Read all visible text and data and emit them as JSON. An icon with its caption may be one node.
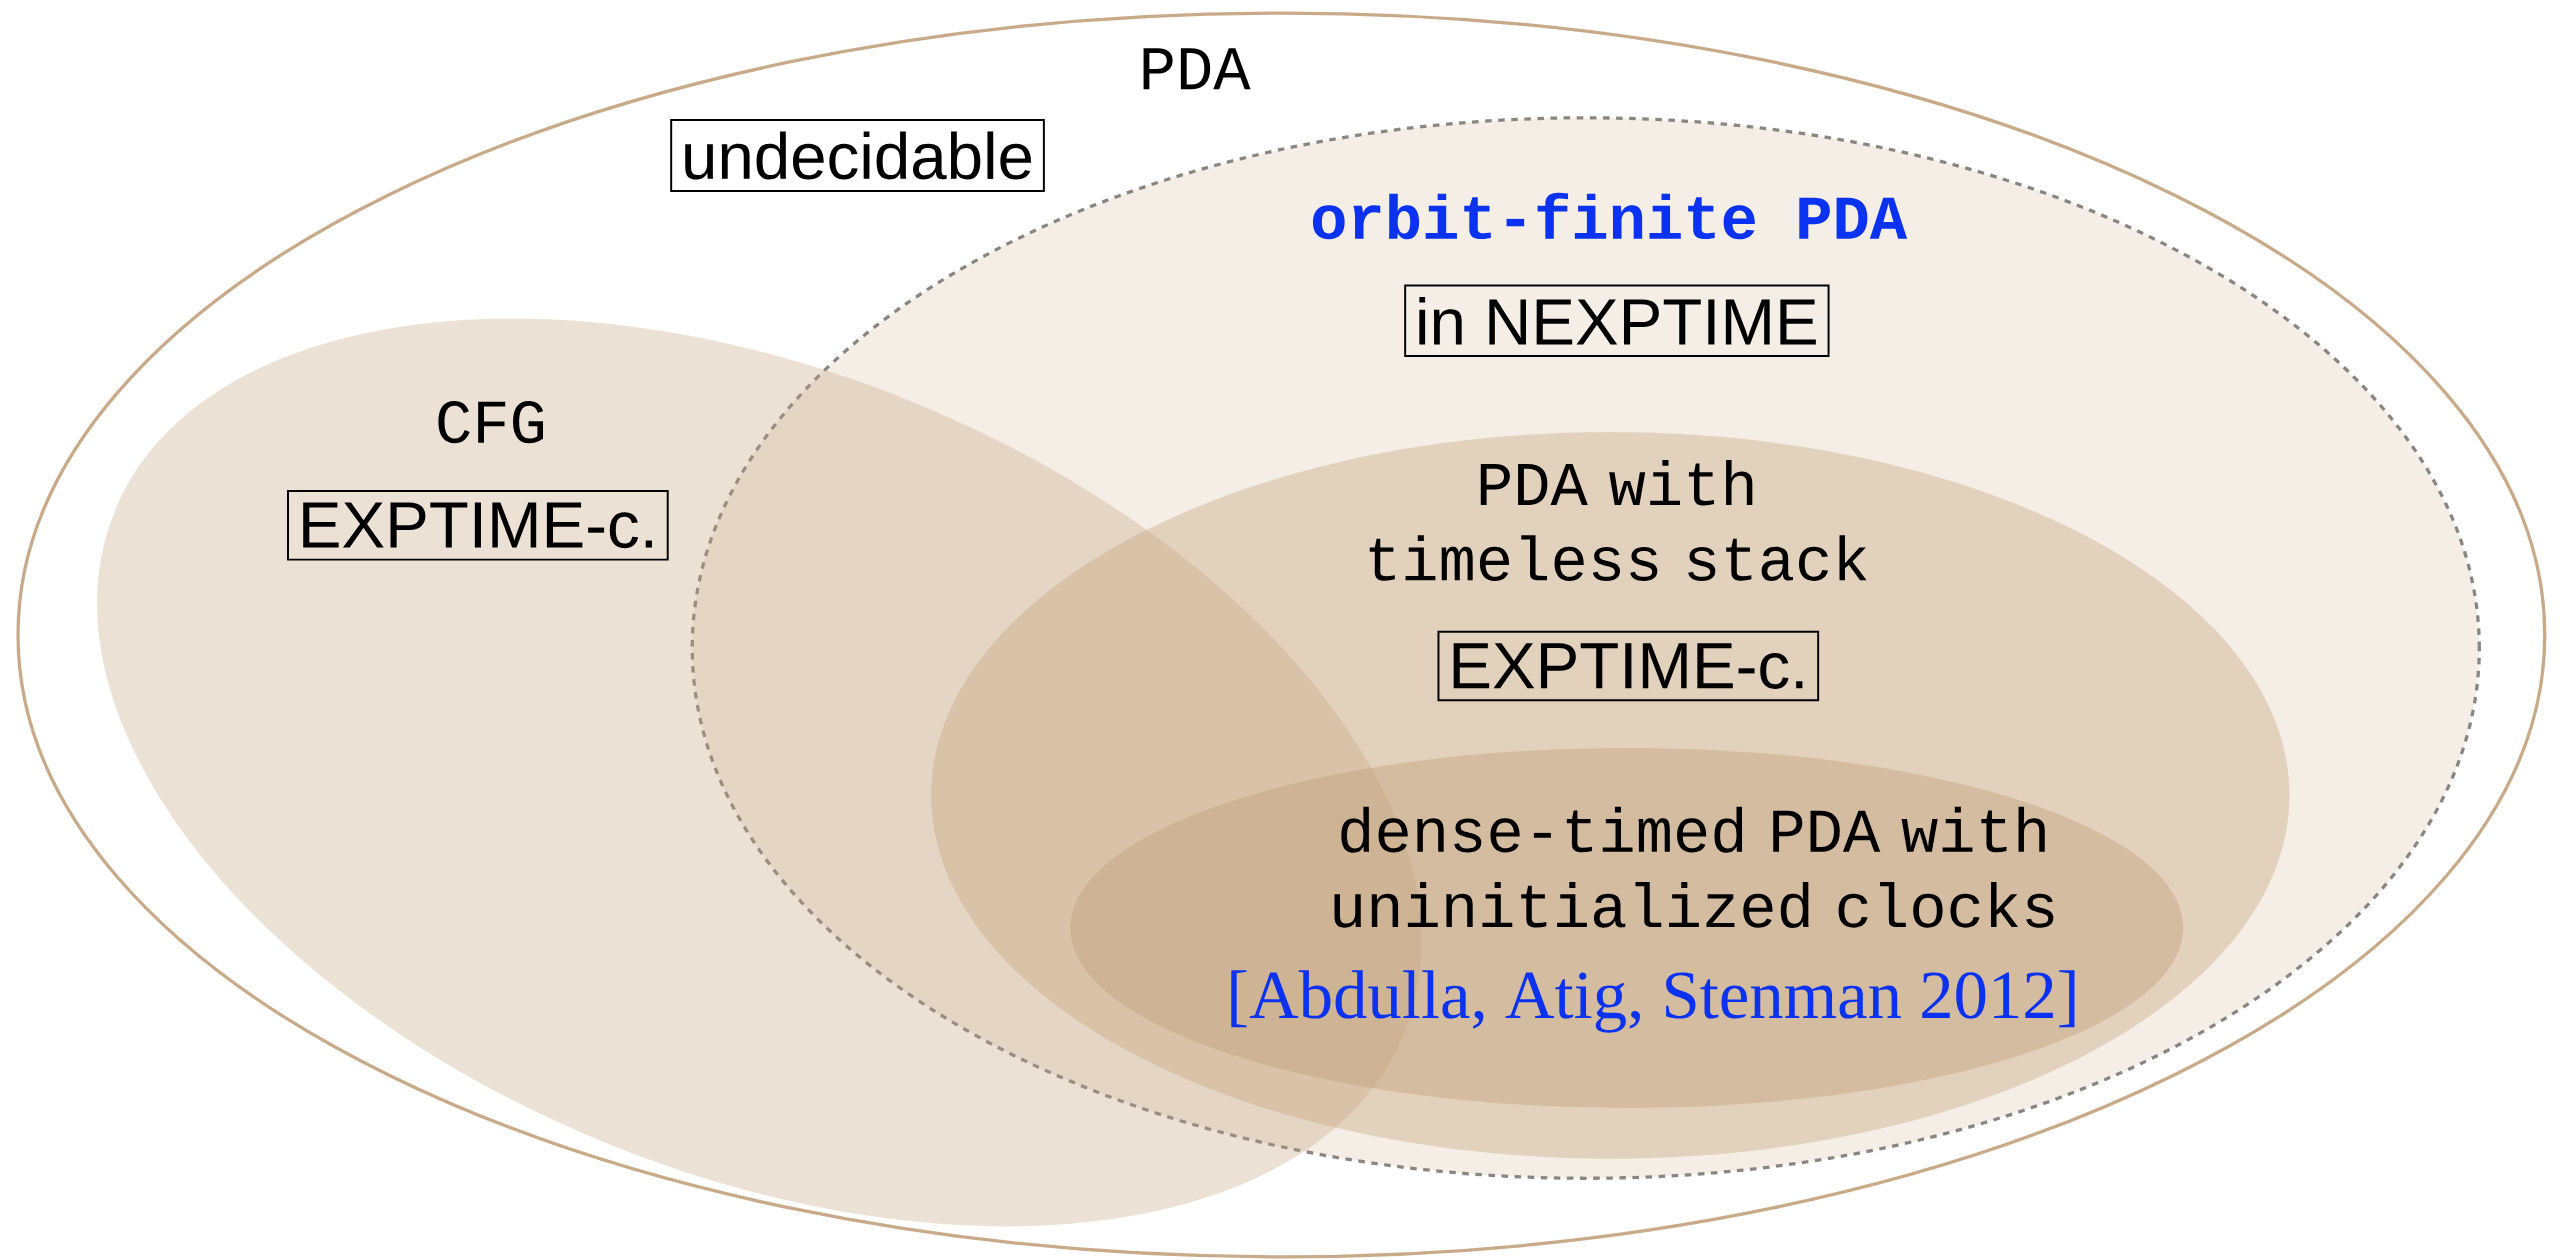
{
  "diagram": {
    "nodes": [
      {
        "text": [
          "PDA"
        ]
      },
      {
        "text": [
          "undecidable"
        ],
        "in": 0
      },
      {
        "text": [
          "orbit-finite PDA"
        ],
        "in": 0
      },
      {
        "text": [
          "in NEXPTIME"
        ],
        "in": 2
      },
      {
        "text": [
          "CFG"
        ],
        "in": 0
      },
      {
        "text": [
          "EXPTIME-c."
        ],
        "in": 4
      },
      {
        "text": [
          "PDA with timeless stack"
        ],
        "in": 2
      },
      {
        "text": [
          "EXPTIME-c."
        ],
        "in": 6
      },
      {
        "text": [
          "dense-timed PDA with uninitialized clocks",
          "[Abdulla, Atig, Stenman 2012]"
        ],
        "in": 6
      }
    ]
  }
}
